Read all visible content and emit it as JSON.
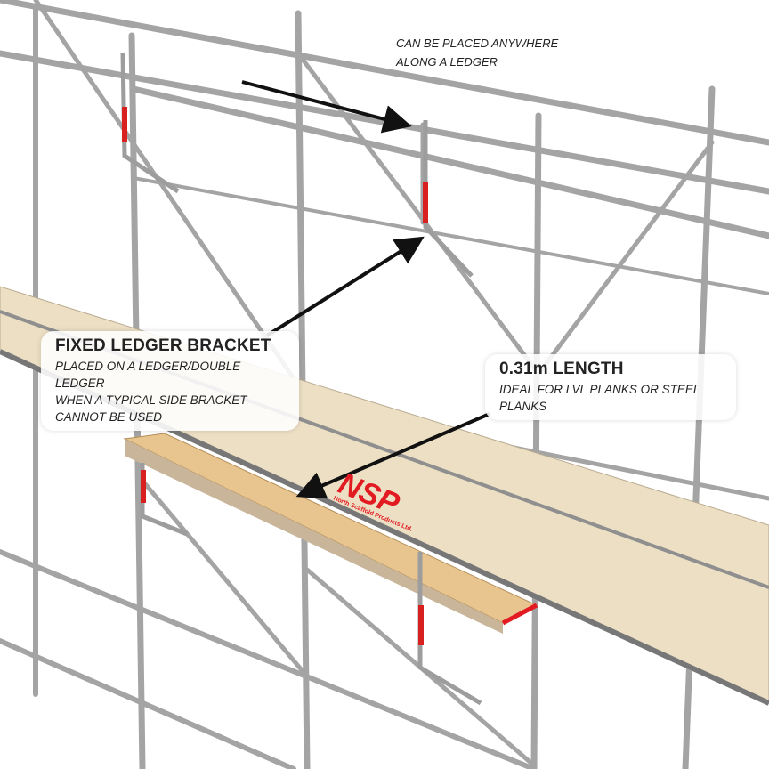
{
  "top_note": {
    "line1": "CAN BE PLACED ANYWHERE",
    "line2": "ALONG A LEDGER"
  },
  "callout_bracket": {
    "title": "FIXED LEDGER BRACKET",
    "line1": "PLACED ON A LEDGER/DOUBLE LEDGER",
    "line2": "WHEN A TYPICAL SIDE BRACKET",
    "line3": "CANNOT BE USED"
  },
  "callout_length": {
    "title": "0.31m LENGTH",
    "line1": "IDEAL FOR LVL PLANKS OR STEEL",
    "line2": "PLANKS"
  },
  "brand": {
    "logo": "NSP",
    "name": "North Scaffold Products Ltd.",
    "color": "#e21b23"
  },
  "colors": {
    "tube": "#9a9a9a",
    "plank": "#e9dcc0",
    "bracket_plank": "#e8c58f",
    "arrow": "#111111"
  }
}
